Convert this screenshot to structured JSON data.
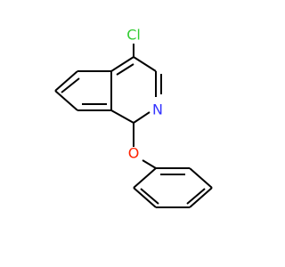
{
  "molecule": {
    "atoms": {
      "chlorine": "Cl",
      "nitrogen": "N",
      "oxygen": "O"
    },
    "colors": {
      "bond": "#000000",
      "chlorine": "#33cc33",
      "nitrogen": "#3333ff",
      "oxygen": "#ff2200"
    }
  }
}
